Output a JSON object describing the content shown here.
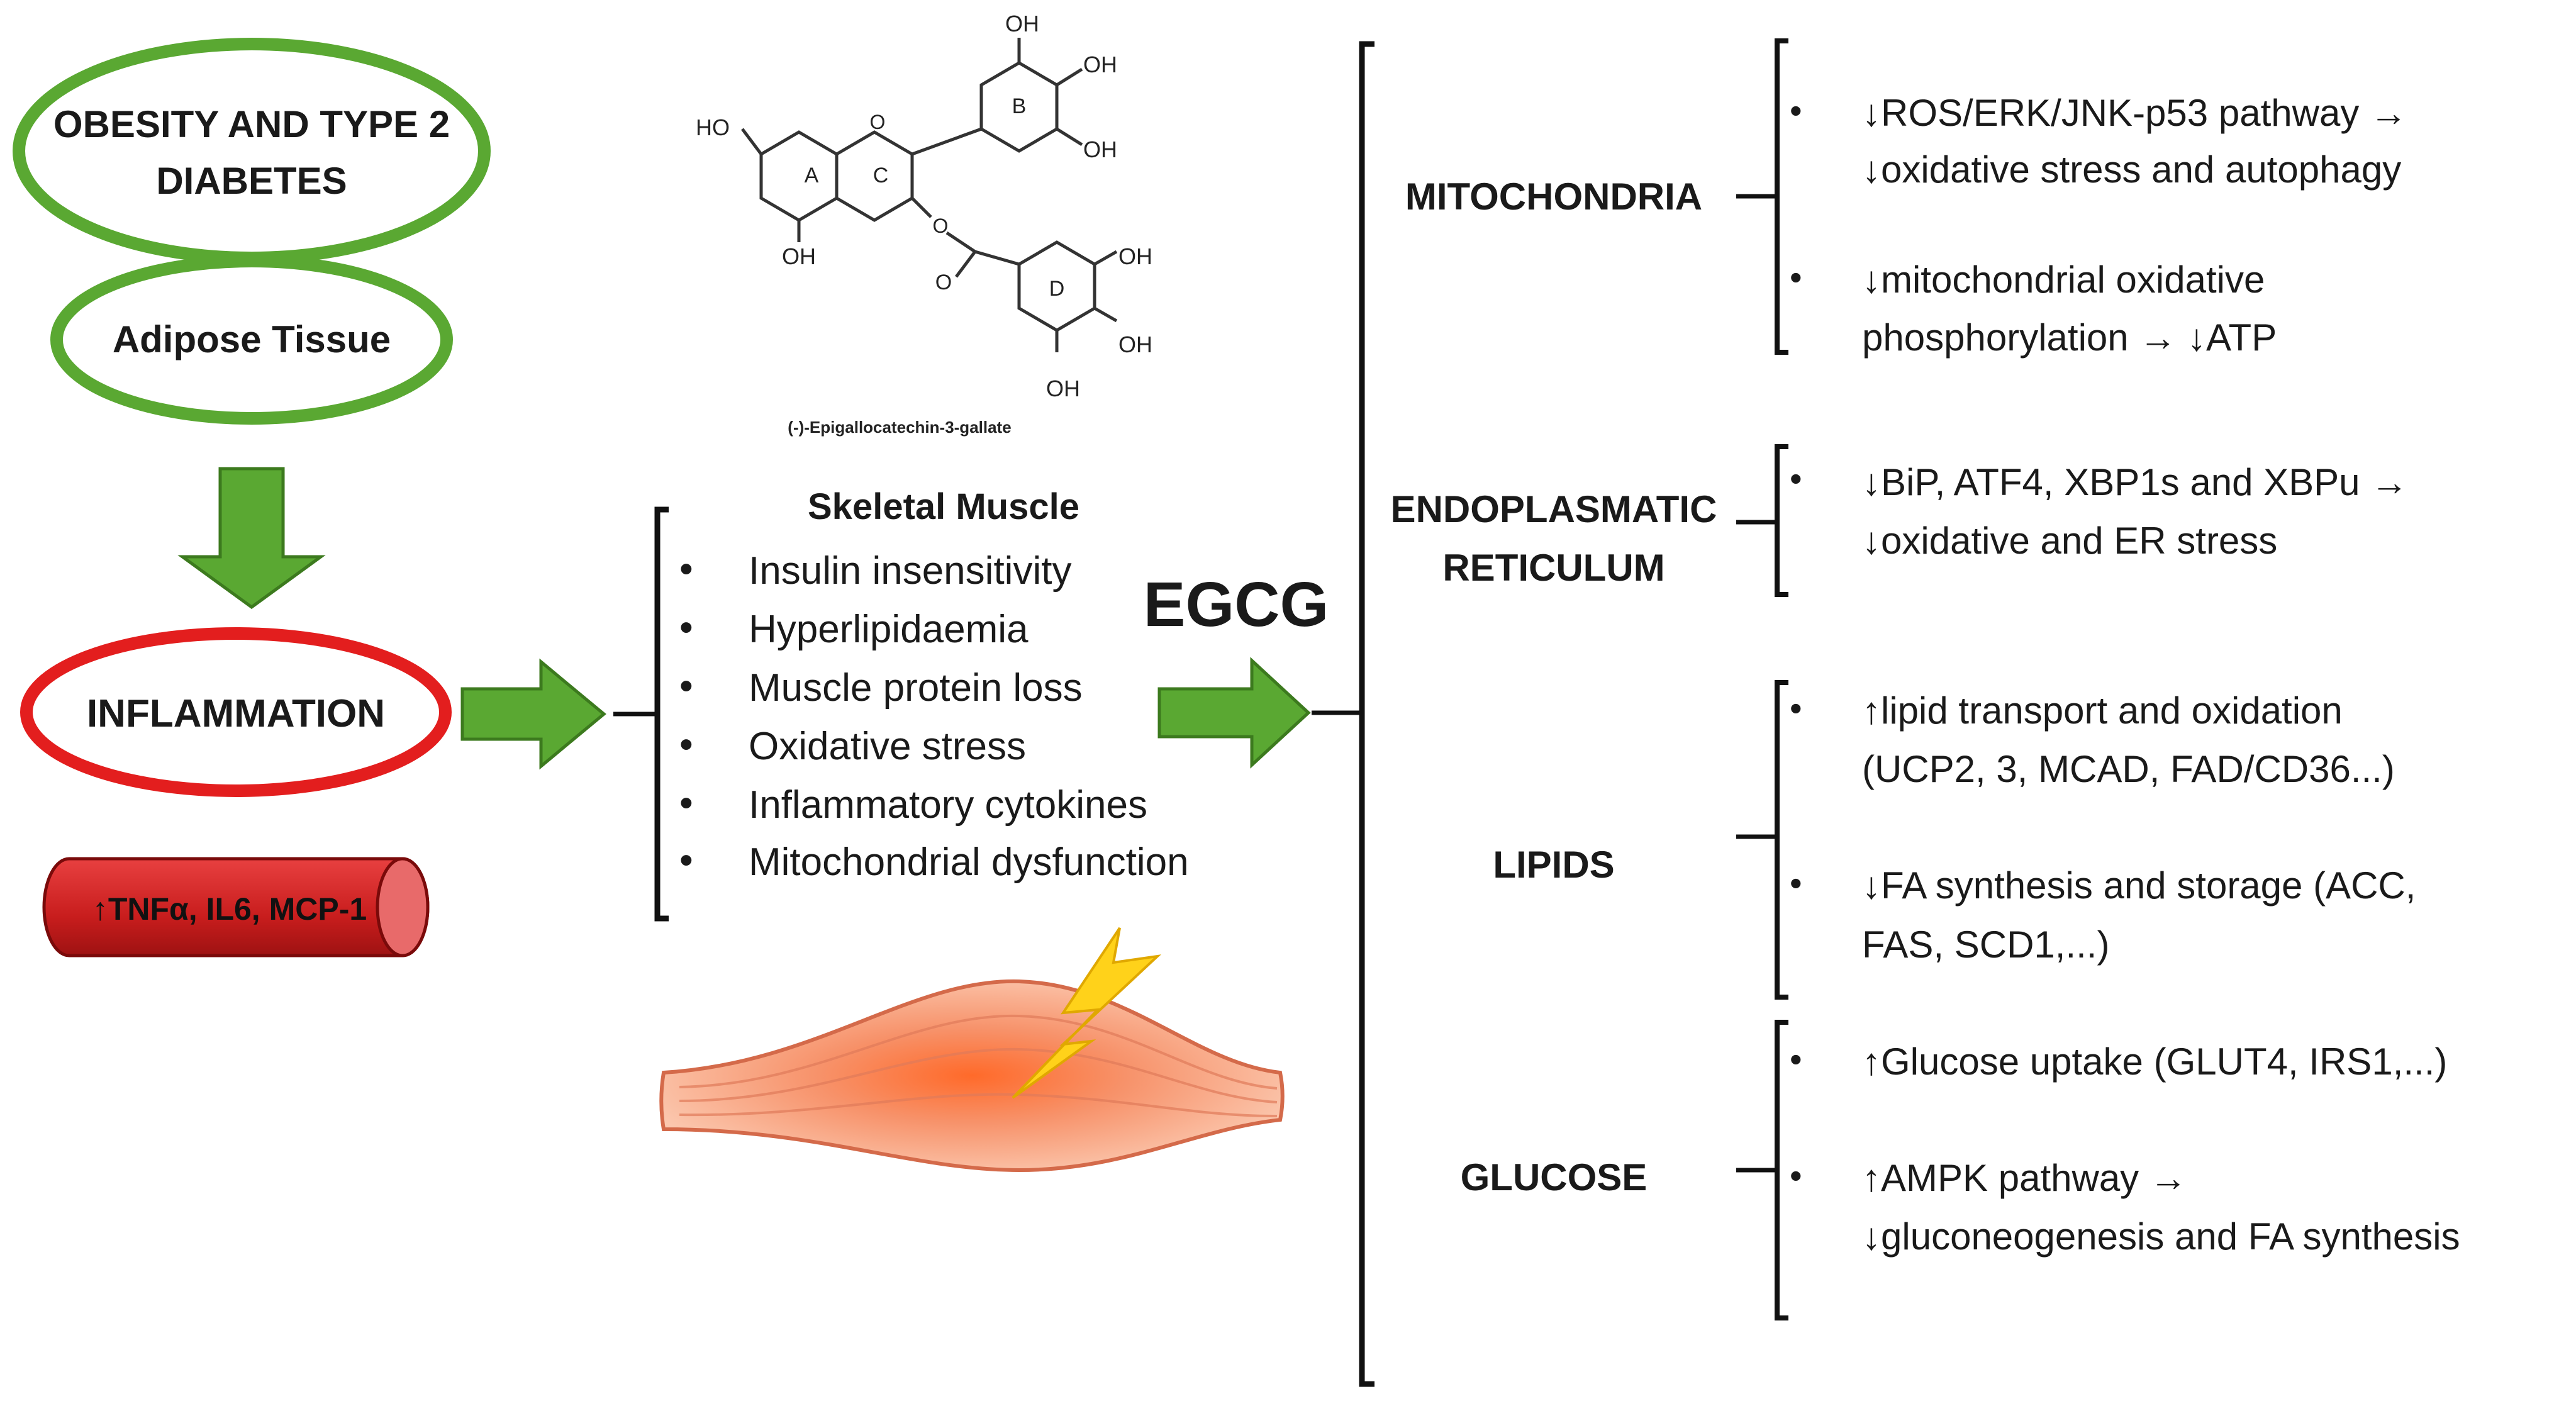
{
  "left": {
    "obesity_line1": "OBESITY AND TYPE 2",
    "obesity_line2": "DIABETES",
    "adipose": "Adipose Tissue",
    "inflammation": "INFLAMMATION",
    "cytokine_pill": "↑TNFα, IL6, MCP-1"
  },
  "molecule": {
    "caption": "(-)-Epigallocatechin-3-gallate",
    "ring_a": "A",
    "ring_b": "B",
    "ring_c": "C",
    "ring_d": "D",
    "oh": "OH",
    "ho": "HO",
    "o": "O"
  },
  "muscle": {
    "title": "Skeletal Muscle",
    "items": [
      "Insulin insensitivity",
      "Hyperlipidaemia",
      "Muscle protein loss",
      "Oxidative stress",
      "Inflammatory cytokines",
      "Mitochondrial dysfunction"
    ]
  },
  "egcg": "EGCG",
  "bullet": "•",
  "targets": {
    "mitochondria": {
      "label": "MITOCHONDRIA",
      "e1_l1": "↓ROS/ERK/JNK-p53 pathway →",
      "e1_l2": "↓oxidative stress and autophagy",
      "e2_l1": "↓mitochondrial oxidative",
      "e2_l2": "phosphorylation → ↓ATP"
    },
    "er": {
      "label_l1": "ENDOPLASMATIC",
      "label_l2": "RETICULUM",
      "e1_l1": "↓BiP, ATF4, XBP1s and XBPu →",
      "e1_l2": "↓oxidative and ER stress"
    },
    "lipids": {
      "label": "LIPIDS",
      "e1_l1": "↑lipid transport and oxidation",
      "e1_l2": "(UCP2, 3, MCAD, FAD/CD36...)",
      "e2_l1": "↓FA synthesis and storage (ACC,",
      "e2_l2": "FAS, SCD1,...)"
    },
    "glucose": {
      "label": "GLUCOSE",
      "e1_l1": "↑Glucose uptake (GLUT4, IRS1,...)",
      "e2_l1": "↑AMPK pathway →",
      "e2_l2": "↓gluconeogenesis and FA synthesis"
    }
  },
  "colors": {
    "green": "#5aa832",
    "green_dark": "#3c7a1e",
    "red": "#e31e1e",
    "pill_red": "#d42424",
    "text": "#1a1a1a",
    "muscle": "#f5a07e",
    "bolt": "#ffd21a"
  }
}
